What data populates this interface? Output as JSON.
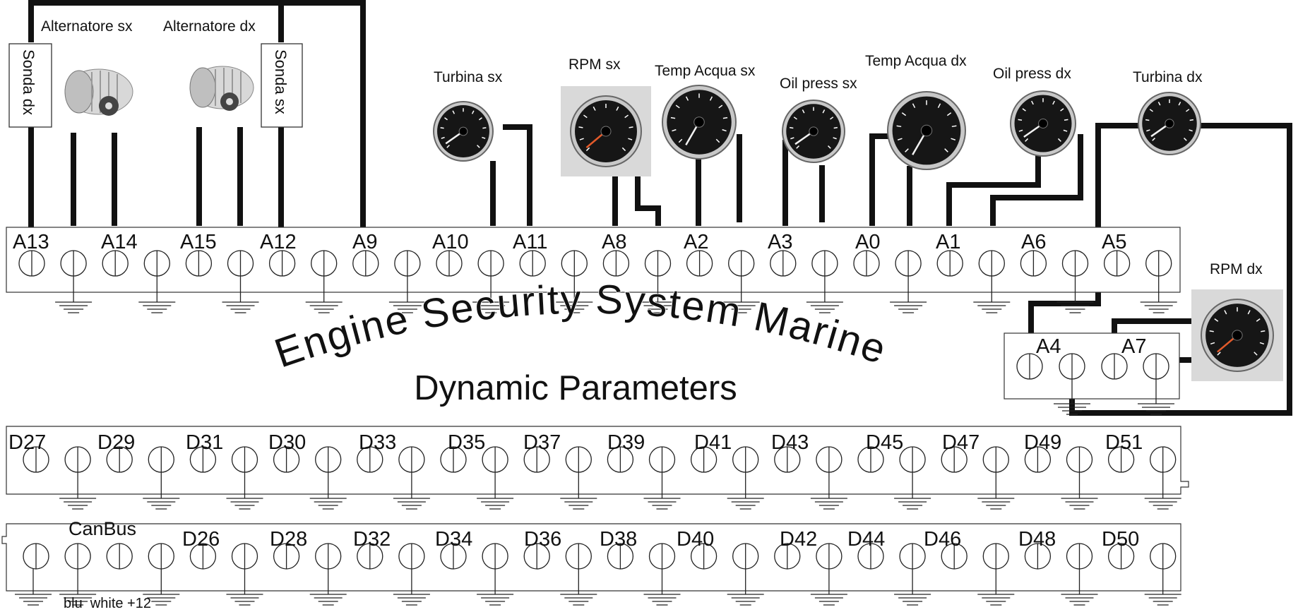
{
  "title": {
    "main": "Engine Security System Marine",
    "sub": "Dynamic Parameters"
  },
  "analog_strip": {
    "labels": [
      "A13",
      "A14",
      "A15",
      "A12",
      "A9",
      "A10",
      "A11",
      "A8",
      "A2",
      "A3",
      "A0",
      "A1",
      "A6",
      "A5"
    ]
  },
  "aux_box": {
    "labels": [
      "A4",
      "A7"
    ]
  },
  "digital_strip_1": {
    "labels": [
      "D27",
      "D29",
      "D31",
      "D30",
      "D33",
      "D35",
      "D37",
      "D39",
      "D41",
      "D43",
      "D45",
      "D47",
      "D49",
      "D51"
    ]
  },
  "digital_strip_2": {
    "labels": [
      "D26",
      "D28",
      "D32",
      "D34",
      "D36",
      "D38",
      "D40",
      "D42",
      "D44",
      "D46",
      "D48",
      "D50"
    ],
    "canbus_label": "CanBus",
    "canbus_wires": "blu  white +12"
  },
  "sensors": {
    "sonda_dx": "Sonda dx",
    "sonda_sx": "Sonda sx",
    "alternatore_sx": "Alternatore sx",
    "alternatore_dx": "Alternatore dx"
  },
  "gauges": {
    "turbina_sx": "Turbina sx",
    "rpm_sx": "RPM sx",
    "temp_acqua_sx": "Temp Acqua sx",
    "oil_press_sx": "Oil press sx",
    "temp_acqua_dx": "Temp Acqua dx",
    "oil_press_dx": "Oil press dx",
    "turbina_dx": "Turbina dx",
    "rpm_dx": "RPM dx"
  }
}
